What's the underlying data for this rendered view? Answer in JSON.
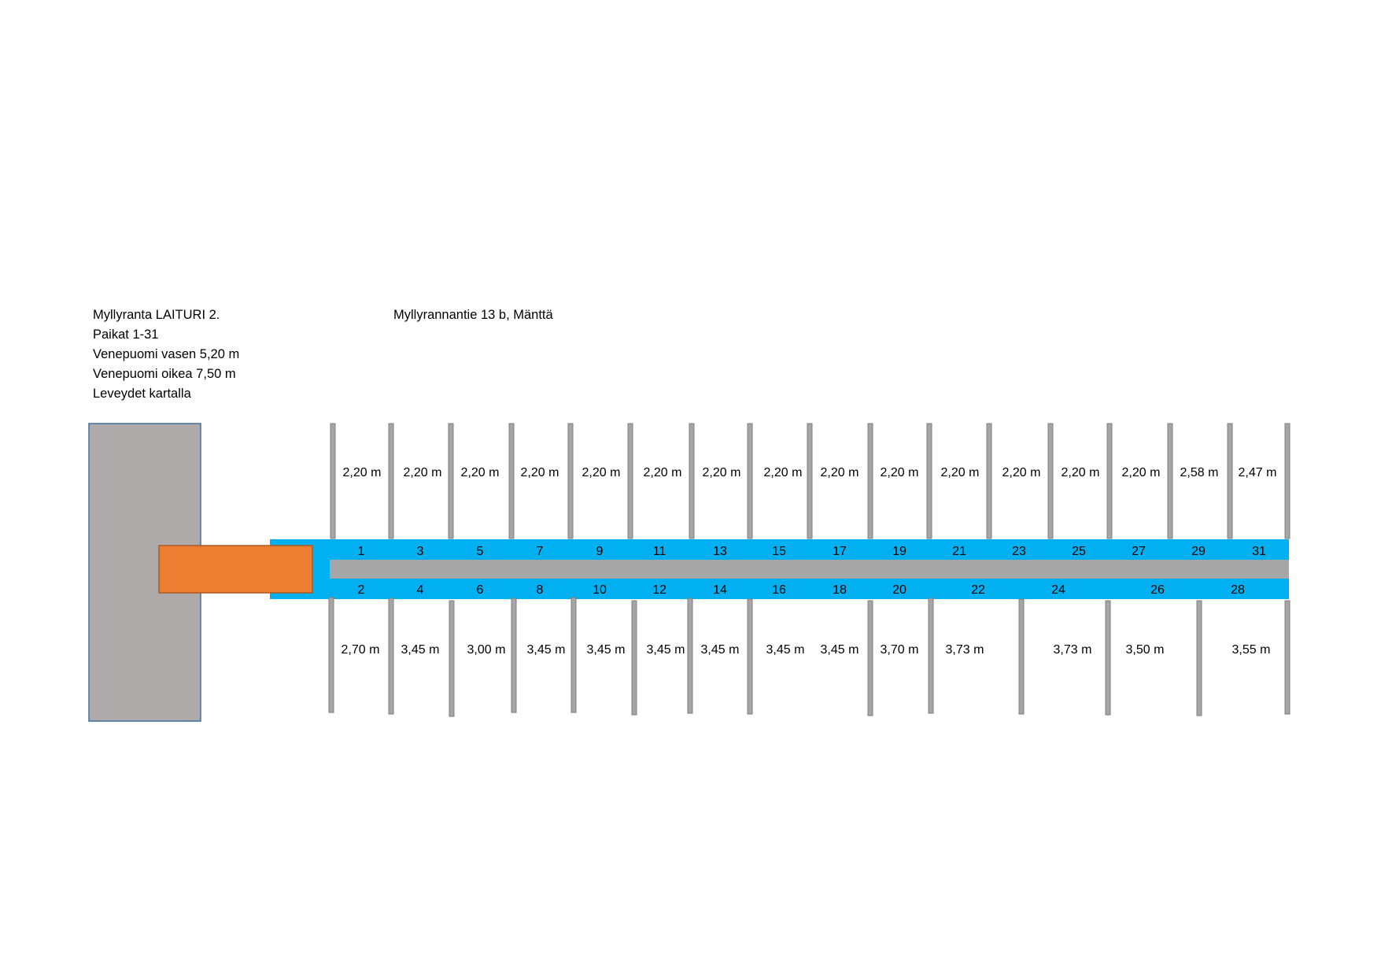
{
  "title_block": {
    "lines": [
      "Myllyranta LAITURI 2.",
      "Paikat 1-31",
      "Venepuomi  vasen 5,20 m",
      "Venepuomi oikea 7,50 m",
      "Leveydet kartalla"
    ]
  },
  "address": "Myllyrannantie 13 b, Mänttä",
  "colors": {
    "shore": "#aeaaaa",
    "shore_border": "#41719c",
    "gangway": "#ed7d31",
    "gangway_border": "#ae5a21",
    "pier": "#00b0f0",
    "walkway": "#a6a6a6",
    "boom": "#a6a6a6",
    "boom_border": "#7f7f7f"
  },
  "top_slots": {
    "numbers": [
      "1",
      "3",
      "5",
      "7",
      "9",
      "11",
      "13",
      "15",
      "17",
      "19",
      "21",
      "23",
      "25",
      "27",
      "29",
      "31"
    ],
    "widths": [
      "2,20 m",
      "2,20 m",
      "2,20 m",
      "2,20 m",
      "2,20 m",
      "2,20 m",
      "2,20 m",
      "2,20 m",
      "2,20 m",
      "2,20 m",
      "2,20 m",
      "2,20 m",
      "2,20 m",
      "2,20 m",
      "2,58 m",
      "2,47 m"
    ]
  },
  "bottom_slots": {
    "numbers": [
      "2",
      "4",
      "6",
      "8",
      "10",
      "12",
      "14",
      "16",
      "18",
      "20",
      "22",
      "24",
      "26",
      "28"
    ],
    "widths": [
      "2,70 m",
      "3,45 m",
      "3,00 m",
      "3,45 m",
      "3,45 m",
      "3,45 m",
      "3,45 m",
      "3,45 m",
      "3,45 m",
      "3,70 m",
      "3,73 m",
      "3,73 m",
      "3,50 m",
      "3,55 m"
    ]
  }
}
